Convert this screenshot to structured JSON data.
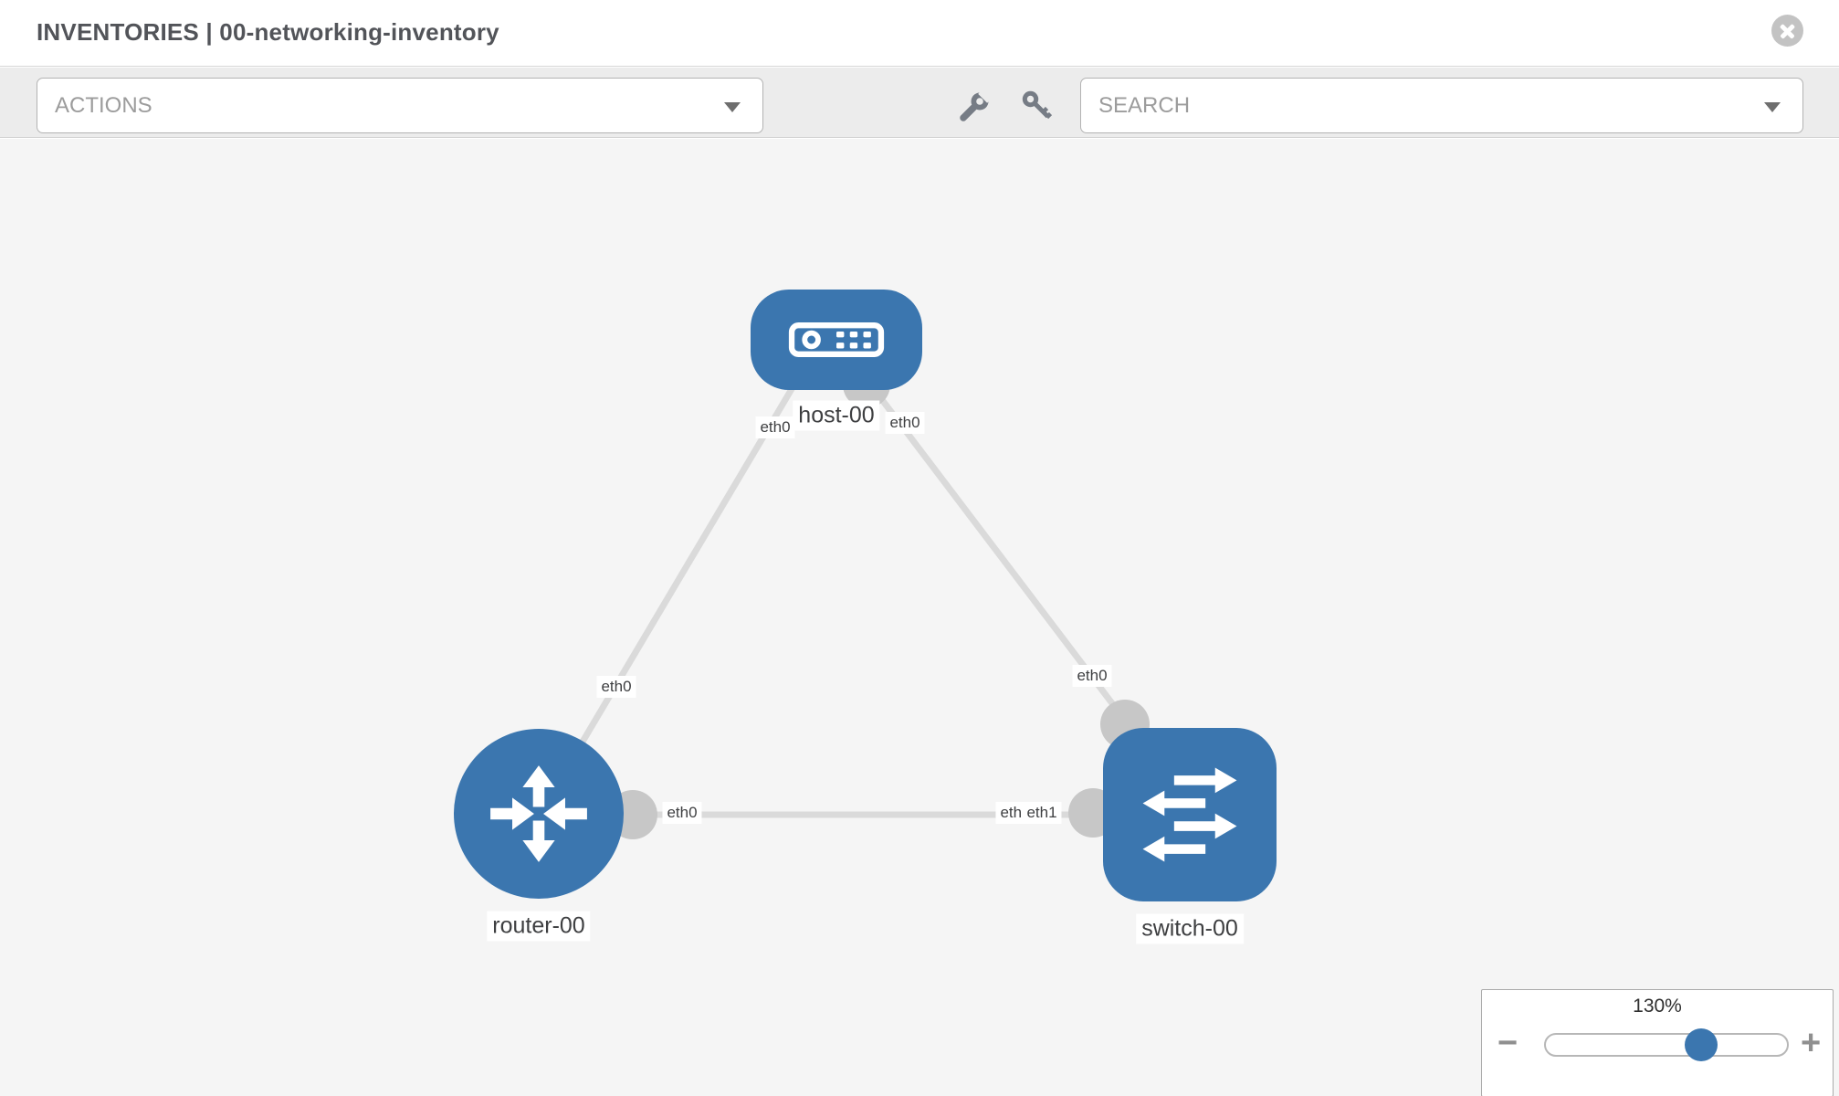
{
  "header": {
    "title": "INVENTORIES | 00-networking-inventory"
  },
  "toolbar": {
    "actions_label": "ACTIONS",
    "search_label": "SEARCH",
    "icons": [
      "wrench-icon",
      "key-icon"
    ]
  },
  "colors": {
    "node_blue": "#3b76af",
    "link_gray": "#dadada",
    "connector_gray": "#c7c7c7",
    "canvas_bg": "#f5f5f5",
    "toolbar_bg": "#ececec"
  },
  "topology": {
    "nodes": {
      "host": {
        "name": "host-00",
        "type": "host",
        "icon": "server-icon"
      },
      "router": {
        "name": "router-00",
        "type": "router",
        "icon": "router-arrows-icon"
      },
      "switch": {
        "name": "switch-00",
        "type": "switch",
        "icon": "switch-arrows-icon"
      }
    },
    "links": [
      {
        "source": "host-00",
        "target": "router-00"
      },
      {
        "source": "host-00",
        "target": "switch-00"
      },
      {
        "source": "router-00",
        "target": "switch-00"
      }
    ],
    "interface_labels": {
      "host_side_left": "eth0",
      "host_side_right": "eth0",
      "router_side_host_link": "eth0",
      "switch_side_host_link": "eth0",
      "router_side_switch_link": "eth0",
      "switch_side_router_link_back": "eth0",
      "switch_side_router_link_front": "eth1"
    }
  },
  "zoom_control": {
    "level": "130%",
    "minus_label": "−",
    "plus_label": "+"
  }
}
